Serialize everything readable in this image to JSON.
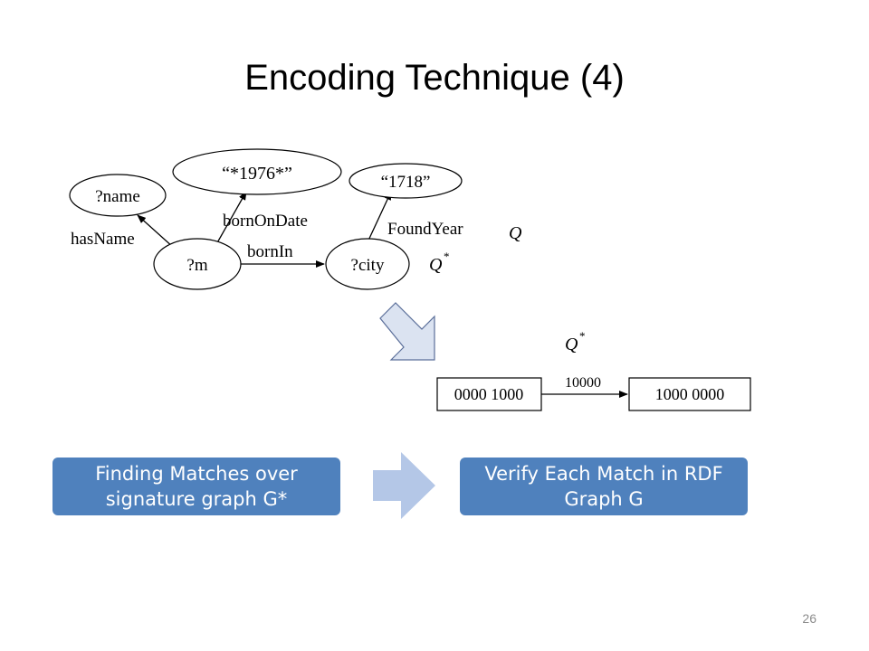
{
  "slide": {
    "title": "Encoding Technique (4)",
    "page_number": "26"
  },
  "query_graph": {
    "nodes": {
      "name": "?name",
      "date": "“*1976*”",
      "year": "“1718”",
      "m": "?m",
      "city": "?city"
    },
    "edges": {
      "hasName": "hasName",
      "bornOnDate": "bornOnDate",
      "bornIn": "bornIn",
      "foundYear": "FoundYear"
    },
    "q_label": "Q",
    "q_star_label": "Q",
    "q_star_superscript": "*"
  },
  "signature_graph": {
    "q_star_label": "Q",
    "q_star_superscript": "*",
    "left_code": "0000 1000",
    "edge_code": "10000",
    "right_code": "1000 0000"
  },
  "process": {
    "step1": "Finding Matches over signature graph G*",
    "step2": "Verify Each Match in RDF Graph  G"
  },
  "colors": {
    "step_box": "#4f81bd",
    "process_arrow": "#b4c7e7",
    "transform_arrow": "#dbe3f1",
    "transform_arrow_border": "#5b6f9a"
  },
  "icons": {
    "transform_arrow": "down-right-arrow-icon",
    "process_arrow": "right-arrow-icon"
  }
}
